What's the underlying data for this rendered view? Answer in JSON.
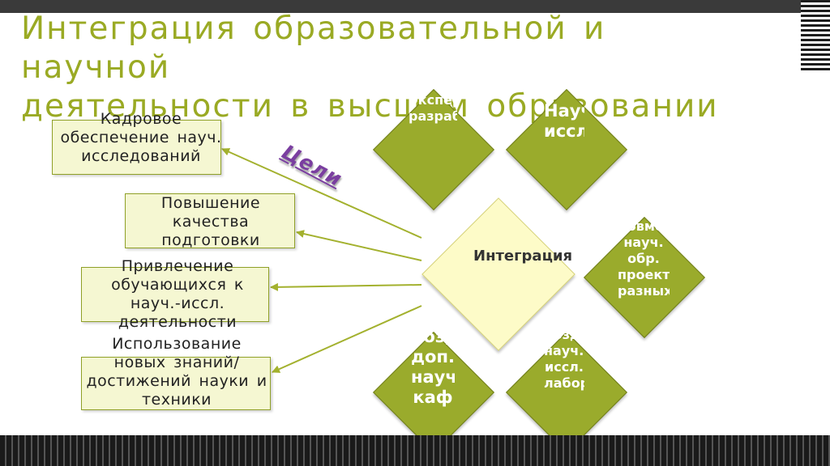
{
  "slide": {
    "title_line1": "Интеграция образовательной и научной",
    "title_line2": "деятельности в высшем образовании",
    "goals_label": "Цели"
  },
  "left_boxes": [
    {
      "text": "Кадровое обеспечение науч. исследований"
    },
    {
      "text": "Повышение качества подготовки"
    },
    {
      "text": "Привлечение обучающихся к науч.-иссл. деятельности"
    },
    {
      "text": "Использование новых знаний/достижений науки и техники"
    }
  ],
  "center_diamond": {
    "text": "Интеграция"
  },
  "diamonds": [
    {
      "text": "Экспериментальные разработки"
    },
    {
      "text": "Науч. исследования"
    },
    {
      "text": "Совместные науч. обр. проекты разных"
    },
    {
      "text": "Создание доп. научных каф"
    },
    {
      "text": "Создание науч.-иссл. лабораторий"
    }
  ],
  "colors": {
    "title": "#9aaa24",
    "diamond_fill": "#9aab2c",
    "center_fill": "#fdfbc8",
    "box_fill": "#f5f7d2",
    "box_border": "#8fa027",
    "goals_text": "#7a3ea0"
  }
}
